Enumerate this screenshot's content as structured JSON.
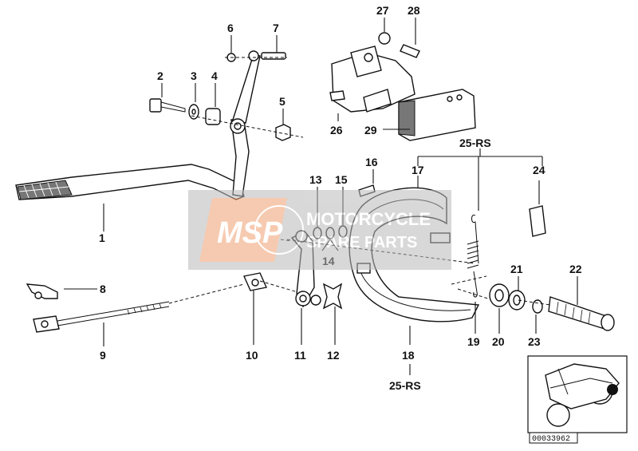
{
  "callouts": [
    {
      "id": "1",
      "label": "1"
    },
    {
      "id": "2",
      "label": "2"
    },
    {
      "id": "3",
      "label": "3"
    },
    {
      "id": "4",
      "label": "4"
    },
    {
      "id": "5",
      "label": "5"
    },
    {
      "id": "6",
      "label": "6"
    },
    {
      "id": "7",
      "label": "7"
    },
    {
      "id": "8",
      "label": "8"
    },
    {
      "id": "9",
      "label": "9"
    },
    {
      "id": "10",
      "label": "10"
    },
    {
      "id": "11",
      "label": "11"
    },
    {
      "id": "12",
      "label": "12"
    },
    {
      "id": "13",
      "label": "13"
    },
    {
      "id": "14",
      "label": "14"
    },
    {
      "id": "15",
      "label": "15"
    },
    {
      "id": "16",
      "label": "16"
    },
    {
      "id": "17",
      "label": "17"
    },
    {
      "id": "18",
      "label": "18"
    },
    {
      "id": "19",
      "label": "19"
    },
    {
      "id": "20",
      "label": "20"
    },
    {
      "id": "21",
      "label": "21"
    },
    {
      "id": "22",
      "label": "22"
    },
    {
      "id": "23",
      "label": "23"
    },
    {
      "id": "24",
      "label": "24"
    },
    {
      "id": "25rs_top",
      "label": "25-RS"
    },
    {
      "id": "25rs_bottom",
      "label": "25-RS"
    },
    {
      "id": "26",
      "label": "26"
    },
    {
      "id": "27",
      "label": "27"
    },
    {
      "id": "28",
      "label": "28"
    },
    {
      "id": "29",
      "label": "29"
    }
  ],
  "watermark": {
    "logo": "MSP",
    "line1": "MOTORCYCLE",
    "line2": "SPARE PARTS"
  },
  "diagram_code": "00033962",
  "colors": {
    "watermark_gray": "#b9b9b9",
    "logo_orange": "#f0a070",
    "ink": "#111111"
  }
}
